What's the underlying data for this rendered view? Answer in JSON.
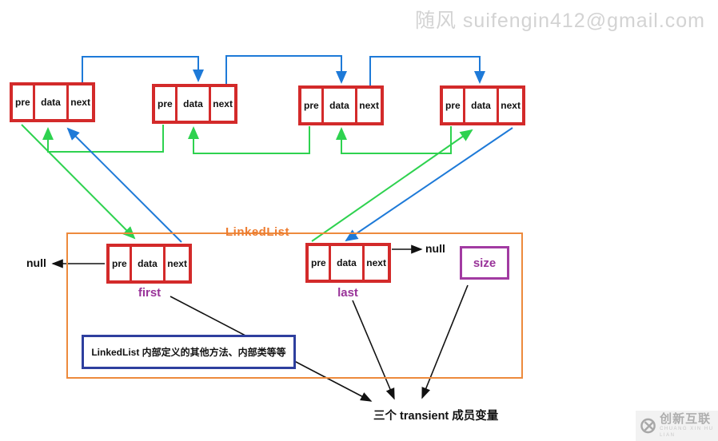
{
  "watermark": "随风 suifengin412@gmail.com",
  "node_cells": [
    "pre",
    "data",
    "next"
  ],
  "linkedlist": {
    "title": "LinkedList",
    "first_label": "first",
    "last_label": "last",
    "size_label": "size",
    "methods_note": "LinkedList 内部定义的其他方法、内部类等等"
  },
  "null_left": "null",
  "null_right": "null",
  "caption": "三个 transient 成员变量",
  "logo": {
    "title": "创新互联",
    "subtitle": "CHUANG XIN HU LIAN"
  },
  "colors": {
    "node_border_red": "#d32a2a",
    "next_arrow_blue": "#1e7ad8",
    "pre_arrow_green": "#2ed24f",
    "container_orange": "#ed7d31",
    "pointer_purple": "#993399",
    "methods_navy": "#2e3f9e"
  }
}
